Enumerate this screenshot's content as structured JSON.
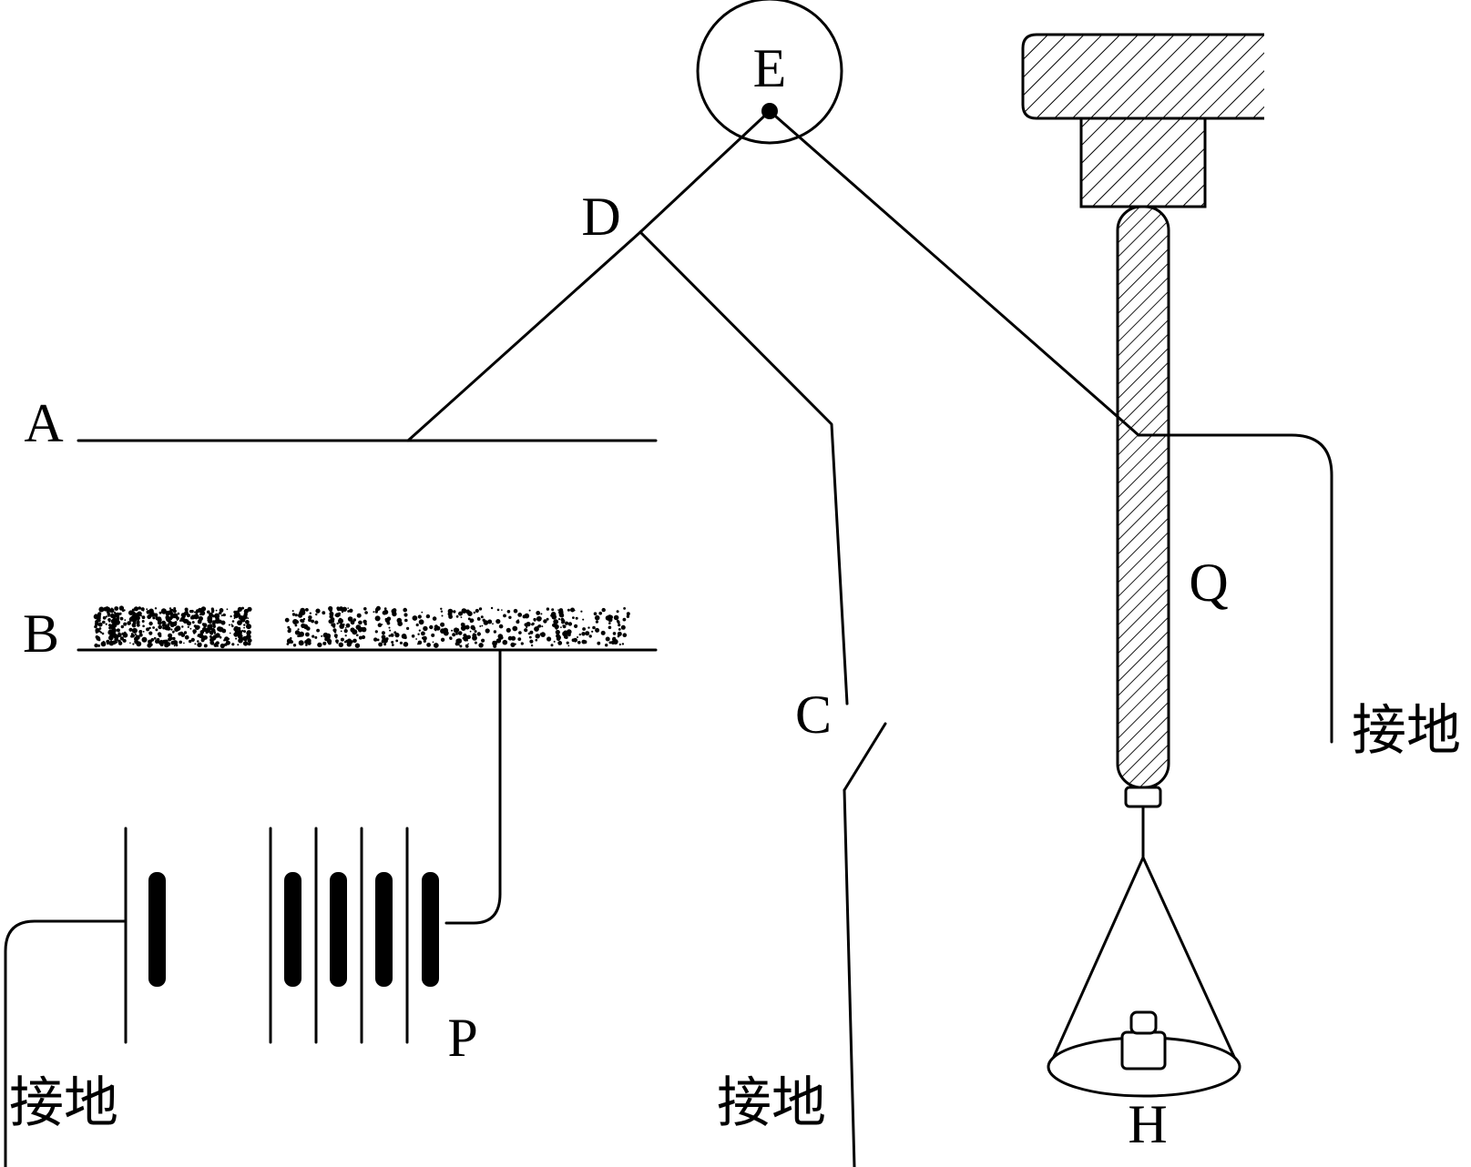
{
  "labels": {
    "A": "A",
    "B": "B",
    "C": "C",
    "D": "D",
    "E": "E",
    "P": "P",
    "Q": "Q",
    "H": "H"
  },
  "ground": {
    "left": "接地",
    "middle": "接地",
    "right": "接地"
  },
  "colors": {
    "ink": "#000000",
    "background": "#ffffff"
  }
}
